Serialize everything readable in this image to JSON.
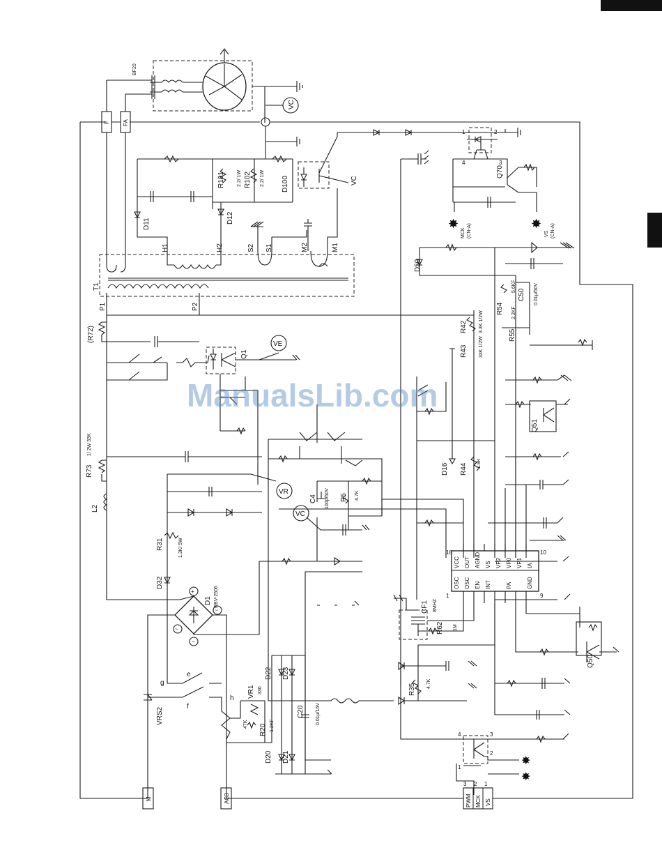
{
  "watermark": "ManualsLib.com",
  "connectors": {
    "f": "F",
    "fa": "FA",
    "m": "M",
    "ac3": "AC3",
    "pwm": "PWM",
    "mck": "MCK",
    "vs": "VS"
  },
  "tube": {
    "bf": "BF20"
  },
  "nodes": {
    "vc": "VC",
    "ve": "VE",
    "vr": "VR"
  },
  "transformer": {
    "t1": "T1",
    "p1": "P1",
    "p2": "P2",
    "h1": "H1",
    "h2": "H2",
    "s2": "S2",
    "s1": "S1",
    "m2": "M2",
    "m1": "M1"
  },
  "components": {
    "r101": "R101",
    "r101_v": "2.2/ 1W",
    "r102": "R102",
    "r102_v": "2.2/ 1W",
    "d100": "D100",
    "d11": "D11",
    "d12": "D12",
    "q70": "Q70",
    "d50": "D50",
    "r54": "R54",
    "r54_v": "5.6KF",
    "c50": "C50",
    "c50_v": "0.01μ/50V",
    "r55": "R55",
    "r55_v": "2.2KF",
    "r42": "R42",
    "r42_v": "3.3K 1/2W",
    "r43": "R43",
    "r43_v": "33K 1/2W",
    "r72": "(R72)",
    "q1": "Q1",
    "r73": "R73",
    "r73_v": "1/ 2W 33K",
    "l2": "L2",
    "q51": "Q51",
    "d16": "D16",
    "r44": "R44",
    "r44_v": "1.8K",
    "c4": "C4",
    "c4_v": "100p/50V",
    "r5": "R5",
    "r5_v": "4.7K",
    "r31": "R31",
    "r31_v": "1.3K/ 5W",
    "d32": "D32",
    "d1": "D1",
    "d1_v": "RBV-2506",
    "cf1": "CF1",
    "cf1_v": "8MHZ",
    "r62": "R62",
    "r62_v": "1M",
    "vr1": "VR1",
    "vr1_v": "330",
    "r20": "R20",
    "r20_v": "1.2KF",
    "r20_pot": "47K",
    "d22": "D22",
    "d23": "D23",
    "d20": "D20",
    "d21": "D21",
    "c20": "C20",
    "c20_v": "0.01μ/16V",
    "r35": "R35",
    "r35_v": "4.7K",
    "q50": "Q50",
    "vrs2": "VRS2"
  },
  "switches": {
    "e": "e",
    "f": "f",
    "g": "g",
    "h": "h"
  },
  "polarity": {
    "plus": "+",
    "minus": "−",
    "ac": "~"
  },
  "offpage": {
    "mck": "MCK",
    "mck_ref": "(CN-A)",
    "vs": "VS",
    "vs_ref": "(CN-A)"
  },
  "ic": {
    "top_pins": [
      "VCC",
      "OUT",
      "AGND",
      "VS",
      "VP2",
      "VP0",
      "VP1",
      "IA"
    ],
    "bottom_pins": [
      "OSC",
      "OSC",
      "EN",
      "INT",
      "",
      "PA",
      "GND"
    ],
    "pin_18": "18",
    "pin_10": "10",
    "pin_1": "1",
    "pin_9": "9"
  },
  "pin_numbers": {
    "p1": "1",
    "p2": "2",
    "p3": "3",
    "p4": "4"
  }
}
